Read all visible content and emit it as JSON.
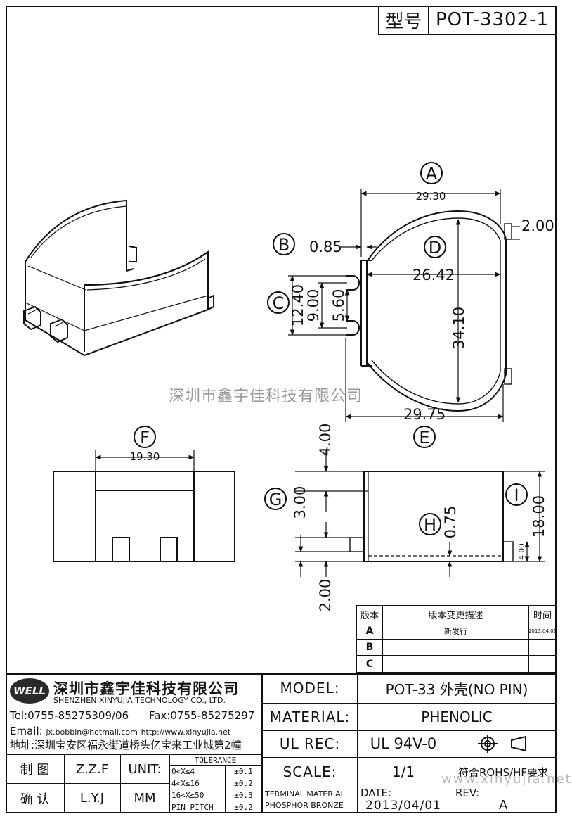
{
  "header": {
    "model_label": "型号",
    "model_value": "POT-3302-1"
  },
  "watermark": "深圳市鑫宇佳科技有限公司",
  "top_view": {
    "labels": {
      "A": "A",
      "B": "B",
      "C": "C",
      "D": "D",
      "E": "E"
    },
    "dims": {
      "A": "29.30",
      "right": "2.00",
      "B": "0.85",
      "D": "26.42",
      "c_outer": "12.40",
      "c_mid": "9.00",
      "c_inner": "5.60",
      "height": "34.10",
      "E": "29.75"
    }
  },
  "front_view": {
    "labels": {
      "F": "F"
    },
    "dims": {
      "F": "19.30"
    }
  },
  "side_view": {
    "labels": {
      "G": "G",
      "H": "H",
      "I": "I"
    },
    "dims": {
      "top": "4.00",
      "G": "3.00",
      "H": "0.75",
      "I": "18.00",
      "small": "4.00",
      "bottom": "2.00"
    }
  },
  "revision_table": {
    "headers": [
      "版本",
      "版本变更描述",
      "时间"
    ],
    "rows": [
      {
        "ver": "A",
        "desc": "新发行",
        "date": "2013.04.01"
      },
      {
        "ver": "B",
        "desc": "",
        "date": ""
      },
      {
        "ver": "C",
        "desc": "",
        "date": ""
      }
    ]
  },
  "company": {
    "logo_text": "WELL",
    "name_cn": "深圳市鑫宇佳科技有限公司",
    "name_en": "SHENZHEN XINYUJIA TECHNOLOGY CO., LTD.",
    "tel": "Tel:0755-85275309/06",
    "fax": "Fax:0755-85275297",
    "email_label": "Email:",
    "email": "jx.bobbin@hotmail.com",
    "web": "http://www.xinyujia.net",
    "address": "地址:深圳宝安区福永街道桥头亿宝来工业城第2幢"
  },
  "info": {
    "model_label": "MODEL:",
    "model_value": "POT-33 外壳(NO PIN)",
    "material_label": "MATERIAL:",
    "material_value": "PHENOLIC",
    "ulrec_label": "UL REC:",
    "ulrec_value": "UL 94V-0",
    "scale_label": "SCALE:",
    "scale_value": "1/1",
    "rohs": "符合ROHS/HF要求",
    "terminal_label_1": "TERMINAL MATERIAL",
    "terminal_label_2": "PHOSPHOR BRONZE",
    "date_label": "DATE:",
    "date_value": "2013/04/01",
    "rev_label": "REV:",
    "rev_value": "A",
    "footer_watermark": "www.xinyujia.net"
  },
  "signoff": {
    "draw_label": "制 图",
    "draw_value": "Z.Z.F",
    "check_label": "确 认",
    "check_value": "L.Y.J",
    "unit_label": "UNIT:",
    "unit_value": "MM"
  },
  "tolerance": {
    "title": "TOLERANCE",
    "rows": [
      {
        "range": "0<X≤4",
        "tol": "±0.1"
      },
      {
        "range": "4<X≤16",
        "tol": "±0.2"
      },
      {
        "range": "16<X≤50",
        "tol": "±0.3"
      },
      {
        "range": "PIN PITCH",
        "tol": "±0.2"
      }
    ]
  }
}
